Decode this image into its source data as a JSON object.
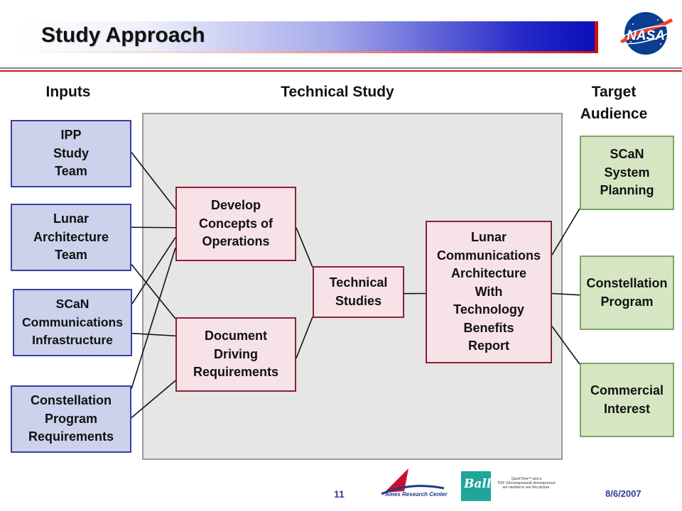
{
  "slide": {
    "title": "Study Approach",
    "page_number": "11",
    "date": "8/6/2007",
    "logo_name": "nasa-logo",
    "footer": {
      "ames_label": "Ames Research Center",
      "ball_label": "Ball",
      "quicktime_notice": "QuickTime™ and a\nTIFF (Uncompressed) decompressor\nare needed to see this picture."
    }
  },
  "headers": {
    "inputs": "Inputs",
    "technical_study": "Technical Study",
    "target_audience": "Target\nAudience"
  },
  "inputs": [
    {
      "id": "ipp",
      "label": "IPP\nStudy\nTeam"
    },
    {
      "id": "lunar_arch",
      "label": "Lunar\nArchitecture\nTeam"
    },
    {
      "id": "scan_infra",
      "label": "SCaN\nCommunications\nInfrastructure"
    },
    {
      "id": "cx_reqs",
      "label": "Constellation\nProgram\nRequirements"
    }
  ],
  "process": [
    {
      "id": "develop_conops",
      "label": "Develop\nConcepts of\nOperations"
    },
    {
      "id": "document_reqs",
      "label": "Document\nDriving\nRequirements"
    },
    {
      "id": "tech_studies",
      "label": "Technical\nStudies"
    },
    {
      "id": "report",
      "label": "Lunar\nCommunications\nArchitecture\nWith\nTechnology\nBenefits\nReport"
    }
  ],
  "targets": [
    {
      "id": "scan_planning",
      "label": "SCaN\nSystem\nPlanning"
    },
    {
      "id": "constellation",
      "label": "Constellation\nProgram"
    },
    {
      "id": "commercial",
      "label": "Commercial\nInterest"
    }
  ],
  "edges": [
    [
      "ipp",
      "develop_conops"
    ],
    [
      "lunar_arch",
      "develop_conops"
    ],
    [
      "lunar_arch",
      "document_reqs"
    ],
    [
      "scan_infra",
      "develop_conops"
    ],
    [
      "scan_infra",
      "document_reqs"
    ],
    [
      "cx_reqs",
      "develop_conops"
    ],
    [
      "cx_reqs",
      "document_reqs"
    ],
    [
      "develop_conops",
      "tech_studies"
    ],
    [
      "document_reqs",
      "tech_studies"
    ],
    [
      "tech_studies",
      "report"
    ],
    [
      "report",
      "scan_planning"
    ],
    [
      "report",
      "constellation"
    ],
    [
      "report",
      "commercial"
    ]
  ],
  "colors": {
    "input_fill": "#ccd1ec",
    "input_border": "#3a3ea8",
    "process_fill": "#f7e2e7",
    "process_border": "#8b2231",
    "target_fill": "#d6e6c2",
    "target_border": "#7aa863",
    "study_area": "#e6e6e6"
  }
}
